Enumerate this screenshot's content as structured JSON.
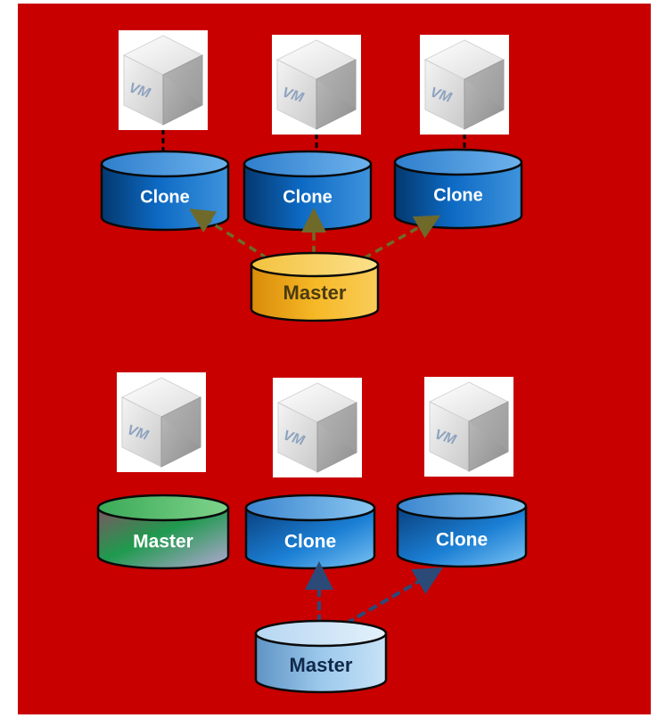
{
  "colors": {
    "background": "#c80000",
    "border_white": "#ffffff",
    "clone_blue": "#0b62b5",
    "master_gold": "#f2b21d",
    "master_green": "#1f9a4e",
    "master_light_blue": "#8fbfe6",
    "arrow_olive": "#6f6a2a",
    "arrow_navy": "#2b4a78"
  },
  "top_section": {
    "vms": [
      {
        "label": "VM"
      },
      {
        "label": "VM"
      },
      {
        "label": "VM"
      }
    ],
    "clones": [
      {
        "label": "Clone"
      },
      {
        "label": "Clone"
      },
      {
        "label": "Clone"
      }
    ],
    "master": {
      "label": "Master"
    }
  },
  "bottom_section": {
    "vms": [
      {
        "label": "VM"
      },
      {
        "label": "VM"
      },
      {
        "label": "VM"
      }
    ],
    "disks": [
      {
        "label": "Master",
        "kind": "master-green"
      },
      {
        "label": "Clone",
        "kind": "clone"
      },
      {
        "label": "Clone",
        "kind": "clone"
      }
    ],
    "master": {
      "label": "Master"
    }
  }
}
